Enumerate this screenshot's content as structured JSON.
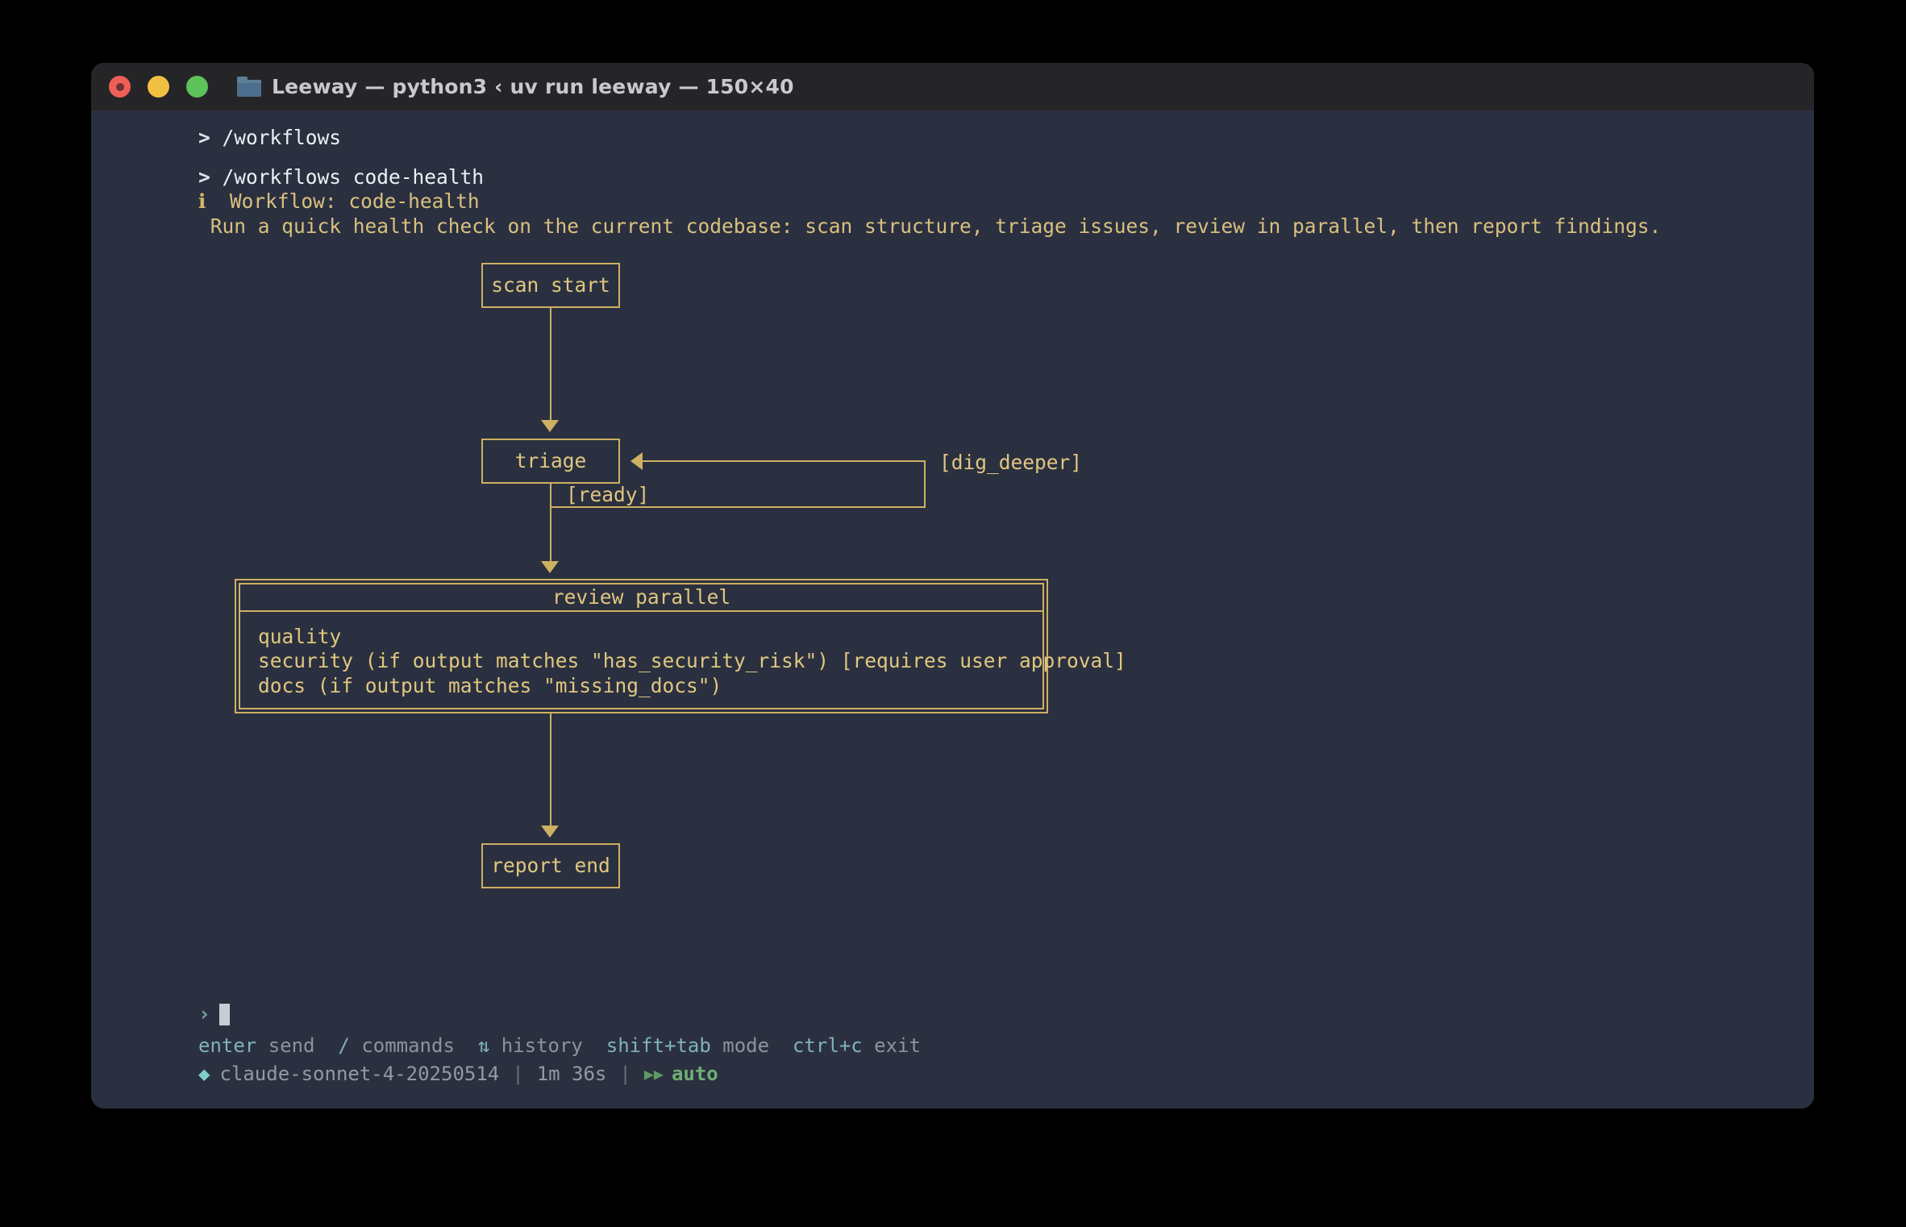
{
  "window": {
    "title": "Leeway — python3 ‹ uv run leeway — 150×40",
    "traffic_lights": [
      "close-button",
      "minimize-button",
      "maximize-button"
    ],
    "folder_icon": "folder-icon"
  },
  "session": {
    "prompt_symbol": ">",
    "history": [
      {
        "command": "/workflows"
      },
      {
        "command": "/workflows code-health"
      }
    ],
    "info_glyph": "ℹ",
    "workflow_title": "Workflow: code-health",
    "workflow_description": "Run a quick health check on the current codebase: scan structure, triage issues, review in parallel, then report findings."
  },
  "diagram": {
    "nodes": {
      "start": "scan start",
      "triage": "triage",
      "parallel_header": "review parallel",
      "end": "report end"
    },
    "parallel_branches": [
      "quality",
      "security (if output matches \"has_security_risk\") [requires user approval]",
      "docs (if output matches \"missing_docs\")"
    ],
    "edge_labels": {
      "loop": "[dig_deeper]",
      "ready": "[ready]"
    }
  },
  "input": {
    "prompt_symbol": "›",
    "value": "",
    "cursor": "block-cursor"
  },
  "hints": [
    {
      "key": "enter",
      "desc": "send"
    },
    {
      "key": "/",
      "desc": "commands"
    },
    {
      "key": "⇅",
      "desc": "history"
    },
    {
      "key": "shift+tab",
      "desc": "mode"
    },
    {
      "key": "ctrl+c",
      "desc": "exit"
    }
  ],
  "status": {
    "diamond": "◆",
    "model": "claude-sonnet-4-20250514",
    "separator": "|",
    "elapsed": "1m 36s",
    "mode_arrows": "▶▶",
    "mode": "auto"
  },
  "colors": {
    "background": "#000000",
    "titlebar": "#252528",
    "terminal_bg": "#2b3040",
    "accent_amber": "#cdb062",
    "text_amber": "#e0c77f",
    "text_primary": "#eceff4",
    "teal": "#7fb3b5",
    "green": "#6faf72",
    "gray": "#8e939e"
  }
}
